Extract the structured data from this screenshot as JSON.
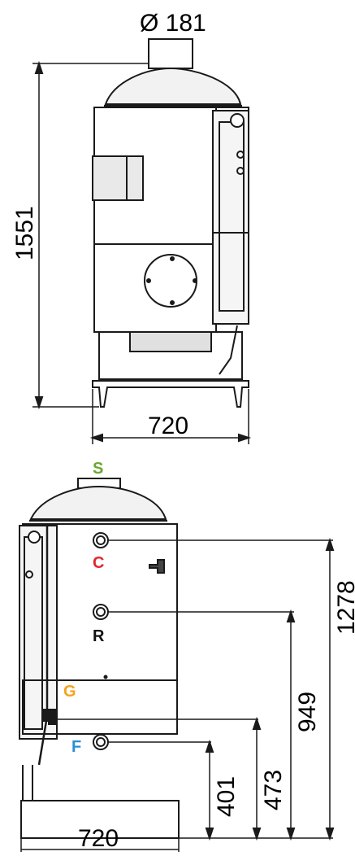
{
  "front_view": {
    "diameter_label": "Ø 181",
    "height_label": "1551",
    "width_label": "720"
  },
  "side_view": {
    "width_label": "720",
    "dims": [
      "1278",
      "949",
      "473",
      "401"
    ],
    "connections": [
      {
        "code": "S",
        "color": "#6aa832"
      },
      {
        "code": "C",
        "color": "#e3262d"
      },
      {
        "code": "R",
        "color": "#111111"
      },
      {
        "code": "G",
        "color": "#f2a51c"
      },
      {
        "code": "F",
        "color": "#2a8fd4"
      }
    ]
  }
}
